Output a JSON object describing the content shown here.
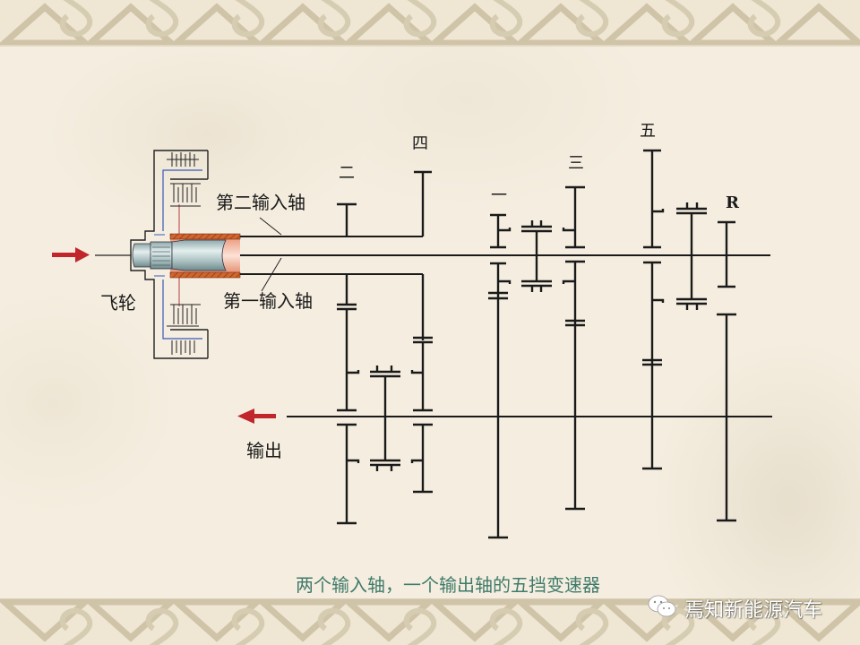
{
  "slide": {
    "background_color": "#f5eee0",
    "border_color": "#cfc4a8",
    "caption": "两个输入轴，一个输出轴的五挡变速器",
    "caption_color": "#3f7a6a"
  },
  "diagram": {
    "labels": {
      "flywheel": "飞轮",
      "second_input_shaft": "第二输入轴",
      "first_input_shaft": "第一输入轴",
      "output": "输出"
    },
    "gears": {
      "gear_1": "一",
      "gear_2": "二",
      "gear_3": "三",
      "gear_4": "四",
      "gear_5": "五",
      "reverse": "R"
    },
    "arrows": {
      "input_arrow": "input-arrow",
      "output_arrow": "output-arrow",
      "color": "#c0262c"
    }
  },
  "watermark": {
    "icon": "wechat-icon",
    "text": "焉知新能源汽车"
  }
}
